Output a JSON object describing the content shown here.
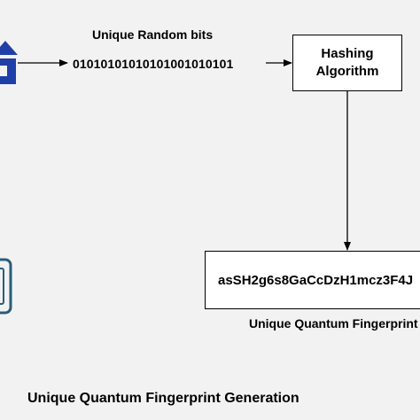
{
  "diagram": {
    "bits_title": "Unique Random bits",
    "bits_value": "01010101010101001010101",
    "hash_line1": "Hashing",
    "hash_line2": "Algorithm",
    "fingerprint_value": "asSH2g6s8GaCcDzH1mcz3F4J",
    "fingerprint_caption": "Unique Quantum Fingerprint",
    "main_title": "Unique Quantum Fingerprint Generation"
  },
  "colors": {
    "background": "#f2f2f2",
    "source_icon": "#1f3fa8",
    "device_icon": "#2a5d7a",
    "stroke": "#000000"
  },
  "icons": [
    "quantum-source-icon",
    "quantum-device-icon"
  ]
}
